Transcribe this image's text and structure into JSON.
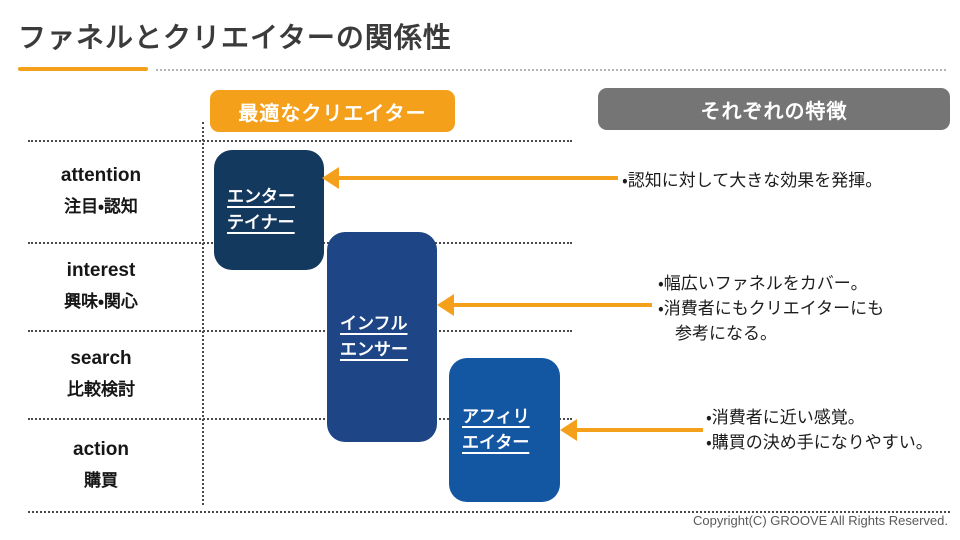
{
  "title": "ファネルとクリエイターの関係性",
  "headers": {
    "creators": "最適なクリエイター",
    "features": "それぞれの特徴"
  },
  "funnel": {
    "rows": [
      {
        "en": "attention",
        "ja": "注目・認知"
      },
      {
        "en": "interest",
        "ja": "興味・関心"
      },
      {
        "en": "search",
        "ja": "比較検討"
      },
      {
        "en": "action",
        "ja": "購買"
      }
    ]
  },
  "creators": [
    {
      "line1": "エンター",
      "line2": "テイナー"
    },
    {
      "line1": "インフル",
      "line2": "エンサー"
    },
    {
      "line1": "アフィリ",
      "line2": "エイター"
    }
  ],
  "features": [
    {
      "lines": [
        "・認知に対して大きな効果を発揮。"
      ]
    },
    {
      "lines": [
        "・幅広いファネルをカバー。",
        "・消費者にもクリエイターにも",
        "参考になる。"
      ]
    },
    {
      "lines": [
        "・消費者に近い感覚。",
        "・購買の決め手になりやすい。"
      ]
    }
  ],
  "footer": {
    "copyright": "Copyright(C) GROOVE All Rights Reserved."
  },
  "colors": {
    "accent_orange": "#F5A01B",
    "header_gray": "#757575",
    "box_dark_navy": "#14395F",
    "box_royal": "#1E4687",
    "box_blue": "#1356A2"
  }
}
